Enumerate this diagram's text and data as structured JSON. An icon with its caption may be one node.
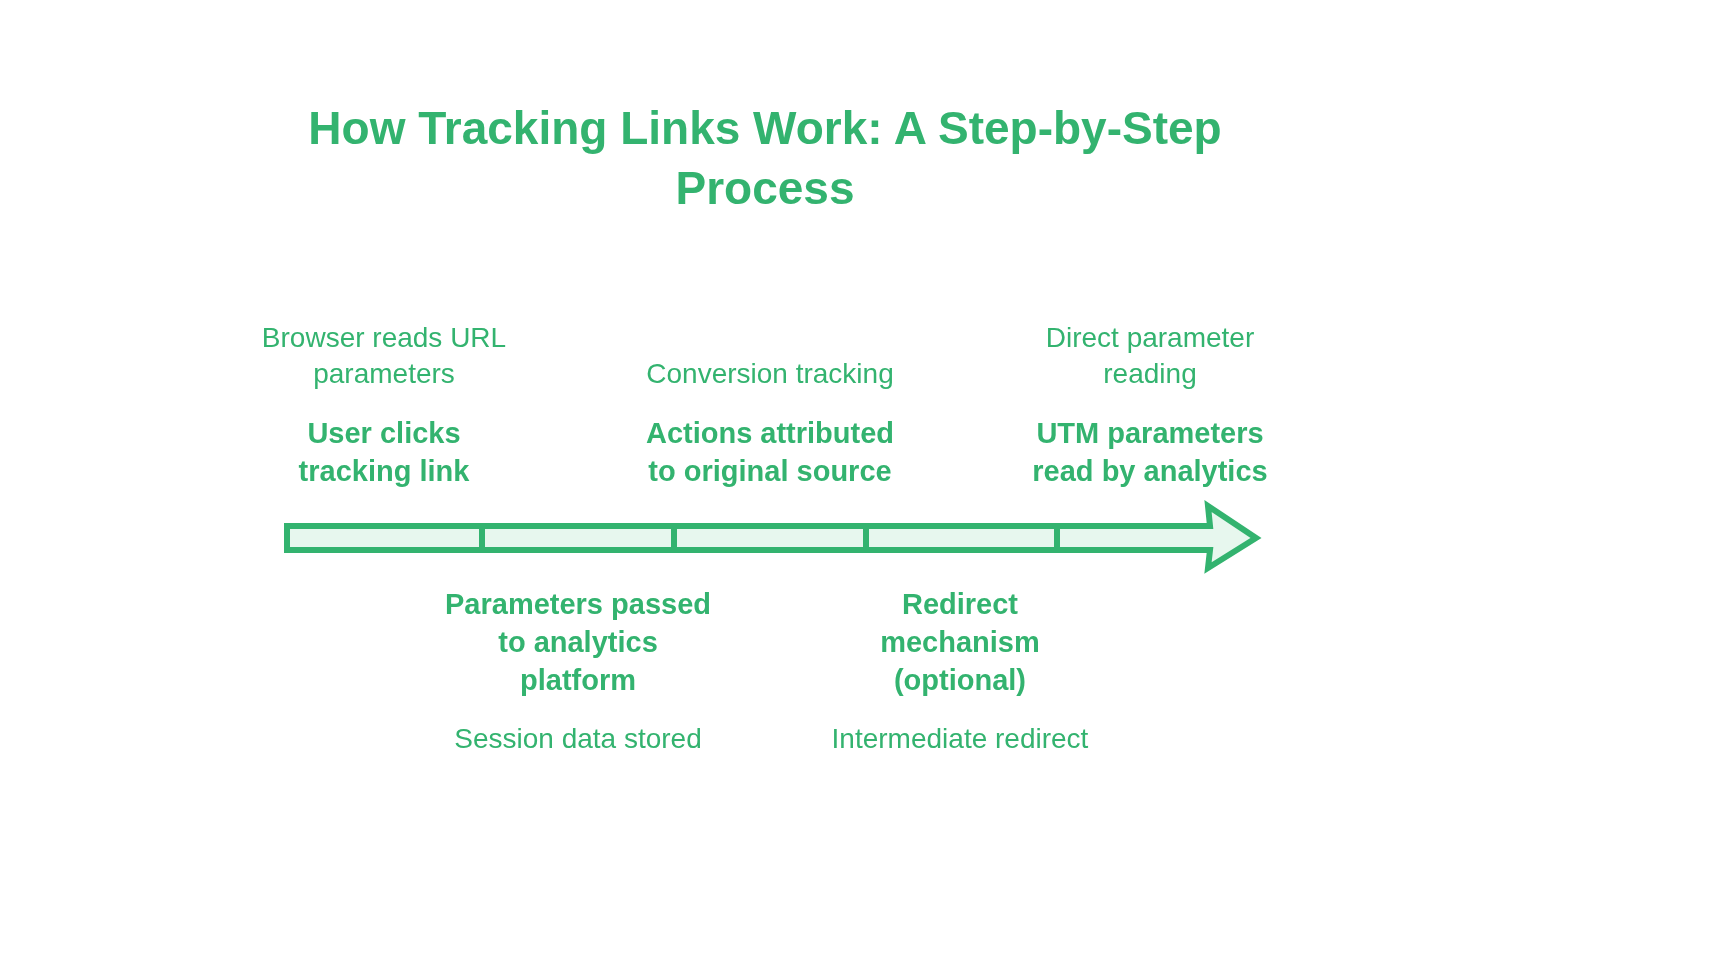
{
  "diagram": {
    "title": "How Tracking Links Work: A Step-by-Step Process",
    "nodes": [
      {
        "text": [
          "Browser reads URL parameters",
          "User clicks tracking link"
        ]
      },
      {
        "text": [
          "Parameters passed to analytics platform",
          "Session data stored"
        ]
      },
      {
        "text": [
          "Conversion tracking",
          "Actions attributed to original source"
        ]
      },
      {
        "text": [
          "Redirect mechanism (optional)",
          "Intermediate redirect"
        ]
      },
      {
        "text": [
          "Direct parameter reading",
          "UTM parameters read by analytics"
        ]
      }
    ]
  }
}
